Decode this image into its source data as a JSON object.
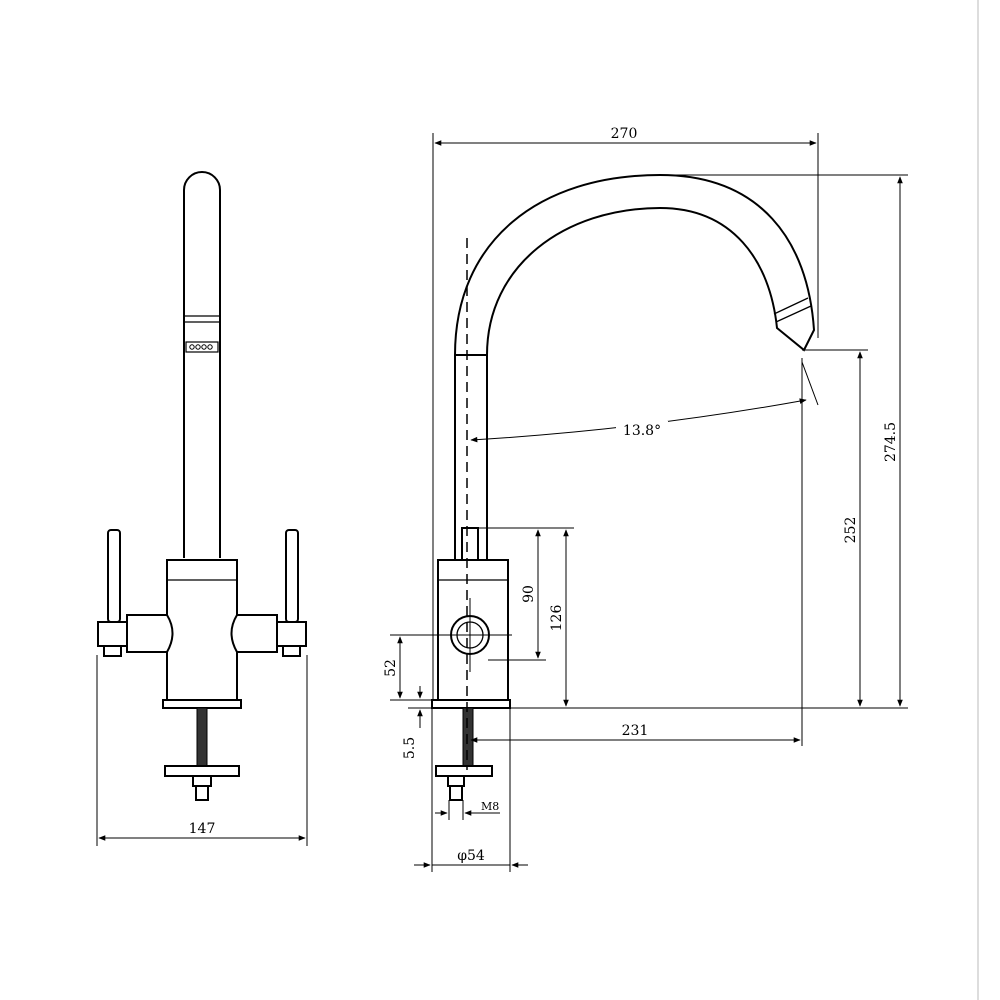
{
  "dimensions": {
    "front_width": "147",
    "overall_reach": "270",
    "overall_height": "274.5",
    "spout_outlet_height": "252",
    "spout_projection": "231",
    "spout_angle": "13.8°",
    "handle_height": "90",
    "body_height": "126",
    "handle_axis_height": "52",
    "base_plate_thickness": "5.5",
    "thread": "M8",
    "base_diameter": "φ54"
  }
}
